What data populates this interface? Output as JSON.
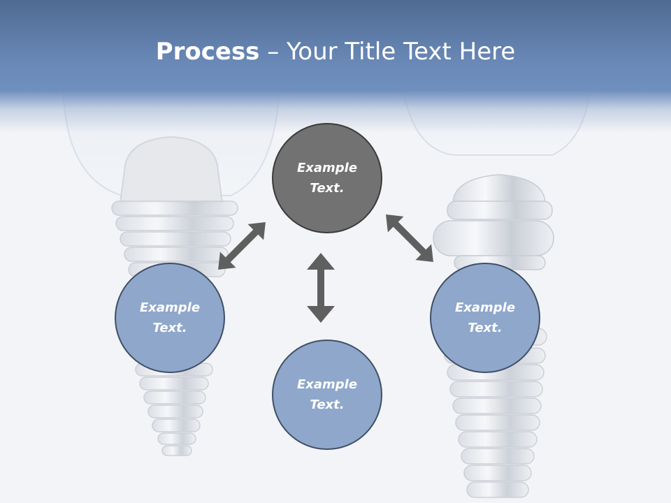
{
  "slide": {
    "title_bold": "Process",
    "title_rest": " – Your Title Text Here"
  },
  "circles": {
    "top": {
      "line1": "Example",
      "line2": "Text."
    },
    "left": {
      "line1": "Example",
      "line2": "Text."
    },
    "right": {
      "line1": "Example",
      "line2": "Text."
    },
    "bottom": {
      "line1": "Example",
      "line2": "Text."
    }
  },
  "colors": {
    "header": "#6a89b7",
    "circle_blue": "#8fa7cb",
    "circle_gray": "#727272",
    "arrow": "#5f5f5f"
  }
}
